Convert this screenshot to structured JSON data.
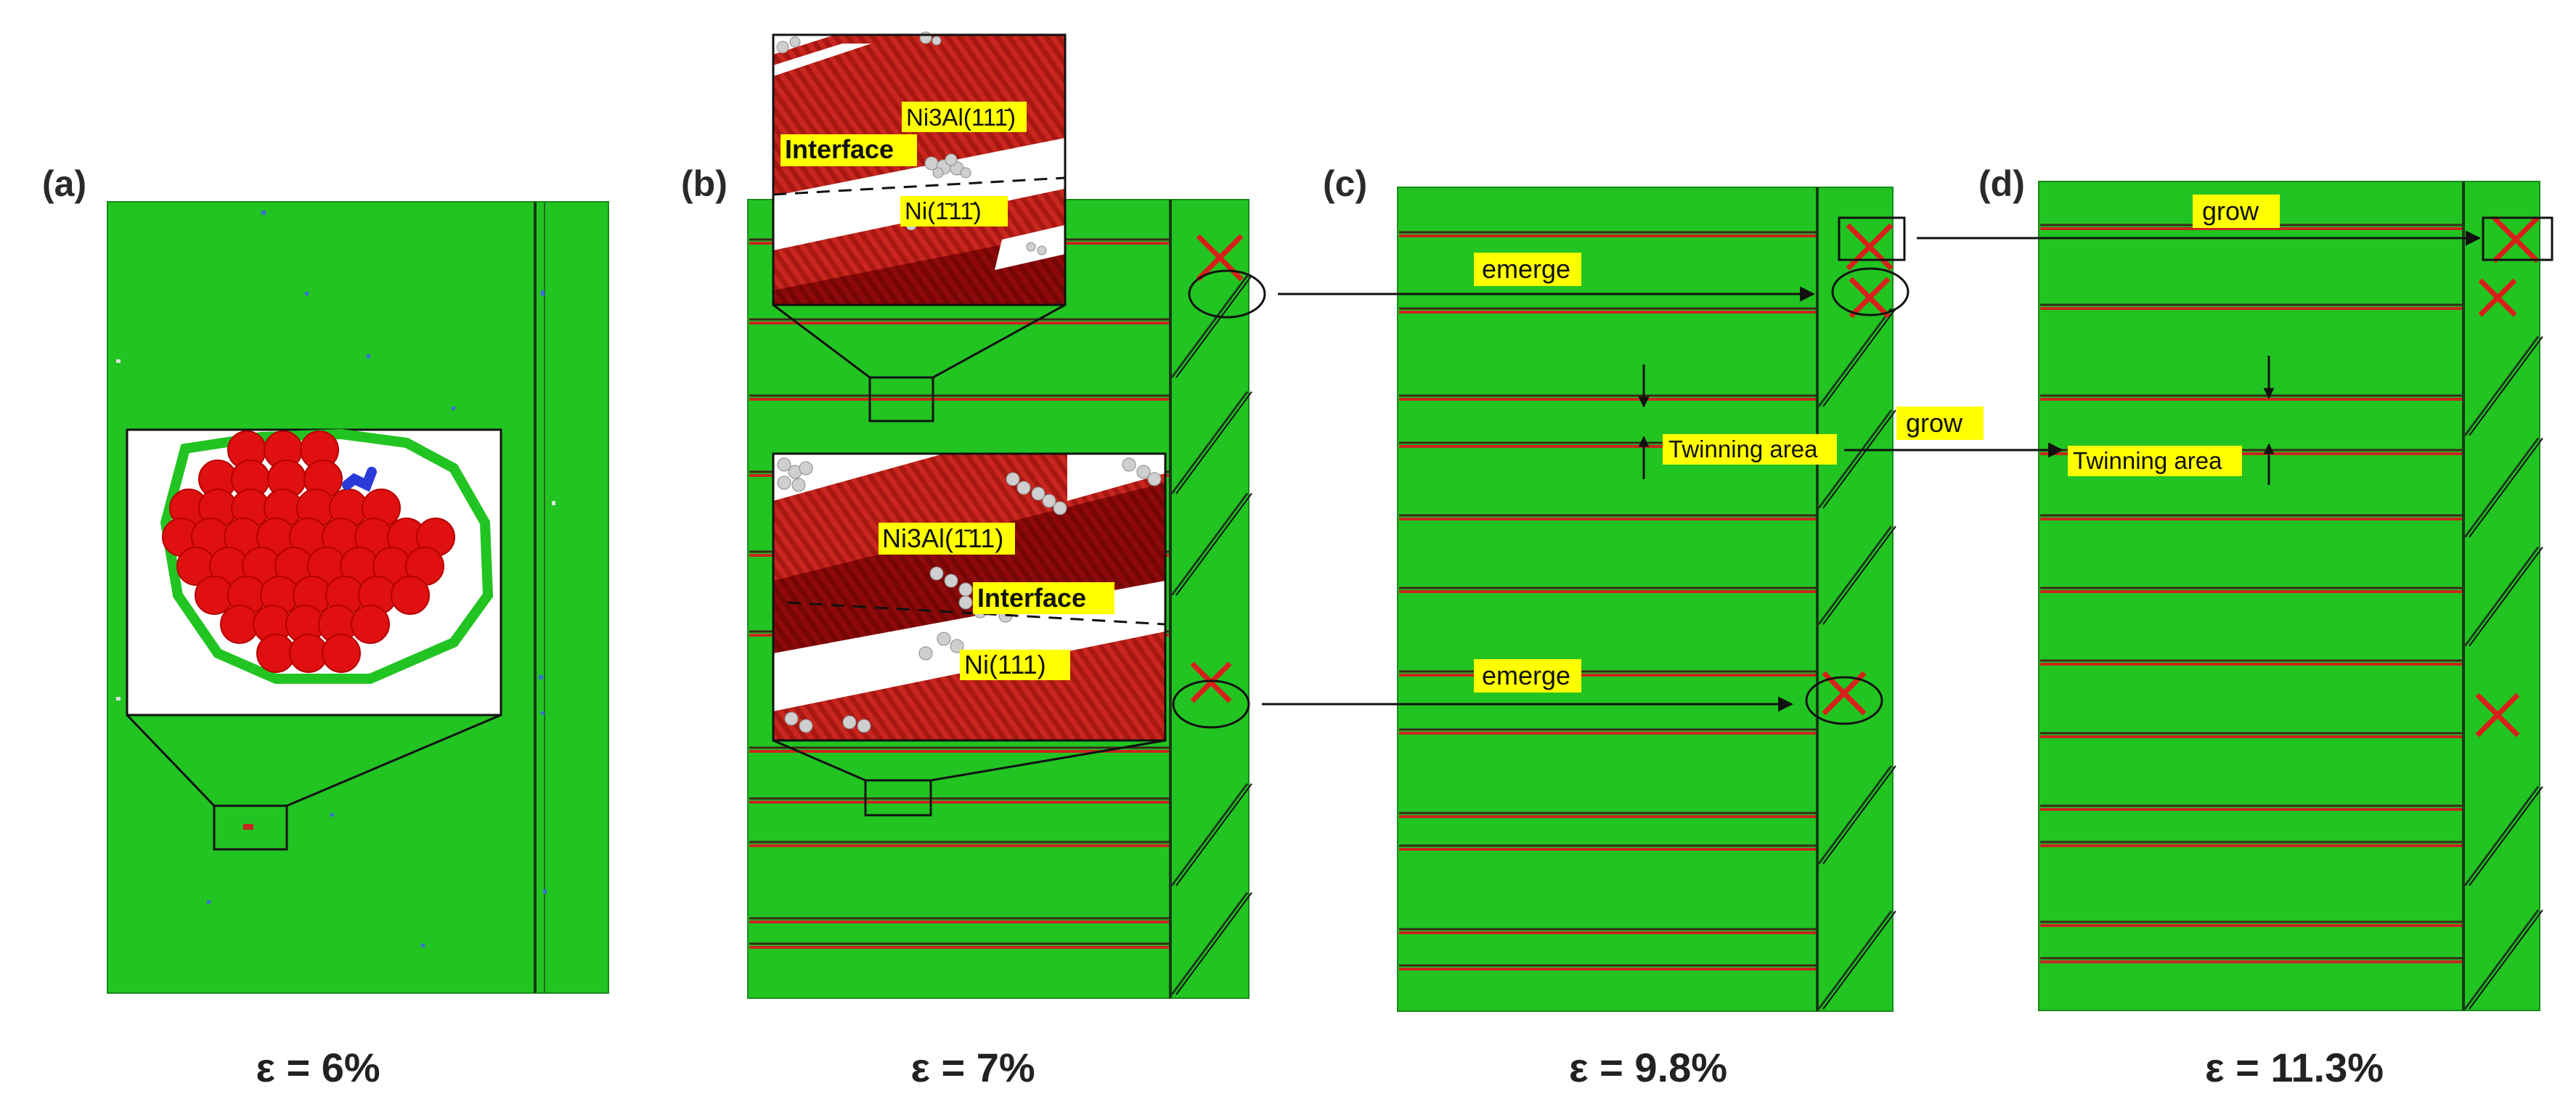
{
  "panels": [
    {
      "label": "(a)",
      "strain": "ε = 6%"
    },
    {
      "label": "(b)",
      "strain": "ε = 7%"
    },
    {
      "label": "(c)",
      "strain": "ε = 9.8%"
    },
    {
      "label": "(d)",
      "strain": "ε = 11.3%"
    }
  ],
  "annotations": {
    "b_top_ni3al": "Ni3Al(111̄)",
    "b_top_interface": "Interface",
    "b_top_ni": "Ni(1̄11̄)",
    "b_bottom_ni3al": "Ni3Al(1̄11)",
    "b_bottom_interface": "Interface",
    "b_bottom_ni": "Ni(111)",
    "c_emerge_top": "emerge",
    "c_emerge_bottom": "emerge",
    "c_twinning": "Twinning area",
    "cd_grow": "grow",
    "d_grow": "grow",
    "d_twinning": "Twinning area"
  },
  "colors": {
    "fcc_green": "#22c422",
    "hcp_red": "#c8261e",
    "dark_red": "#8e0a0a",
    "label_yellow": "#ffff00",
    "dislocation_blue": "#2a3ad8"
  }
}
